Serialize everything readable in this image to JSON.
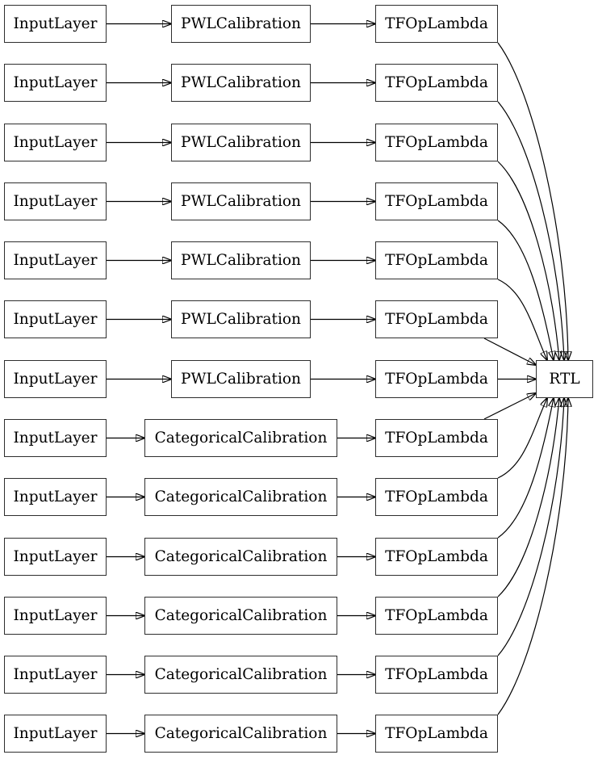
{
  "diagram": {
    "background_color": "#ffffff",
    "edge_color": "#000000",
    "node_border_color": "#2e2e2e",
    "rtl": {
      "label": "RTL"
    },
    "rows": [
      {
        "input": "InputLayer",
        "calibration": "PWLCalibration",
        "op": "TFOpLambda"
      },
      {
        "input": "InputLayer",
        "calibration": "PWLCalibration",
        "op": "TFOpLambda"
      },
      {
        "input": "InputLayer",
        "calibration": "PWLCalibration",
        "op": "TFOpLambda"
      },
      {
        "input": "InputLayer",
        "calibration": "PWLCalibration",
        "op": "TFOpLambda"
      },
      {
        "input": "InputLayer",
        "calibration": "PWLCalibration",
        "op": "TFOpLambda"
      },
      {
        "input": "InputLayer",
        "calibration": "PWLCalibration",
        "op": "TFOpLambda"
      },
      {
        "input": "InputLayer",
        "calibration": "PWLCalibration",
        "op": "TFOpLambda"
      },
      {
        "input": "InputLayer",
        "calibration": "CategoricalCalibration",
        "op": "TFOpLambda"
      },
      {
        "input": "InputLayer",
        "calibration": "CategoricalCalibration",
        "op": "TFOpLambda"
      },
      {
        "input": "InputLayer",
        "calibration": "CategoricalCalibration",
        "op": "TFOpLambda"
      },
      {
        "input": "InputLayer",
        "calibration": "CategoricalCalibration",
        "op": "TFOpLambda"
      },
      {
        "input": "InputLayer",
        "calibration": "CategoricalCalibration",
        "op": "TFOpLambda"
      },
      {
        "input": "InputLayer",
        "calibration": "CategoricalCalibration",
        "op": "TFOpLambda"
      }
    ]
  }
}
